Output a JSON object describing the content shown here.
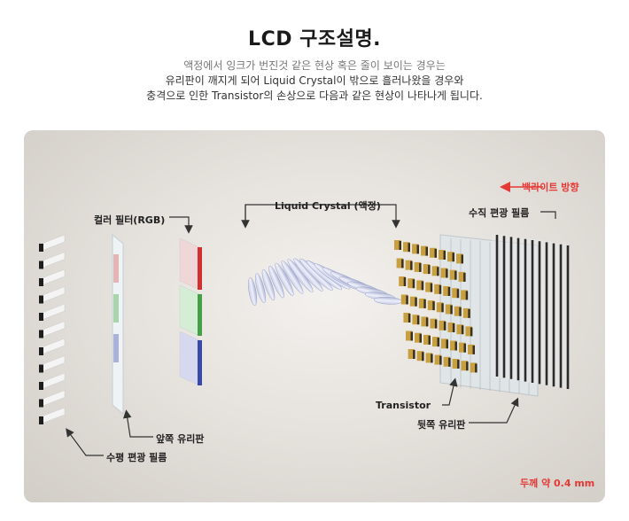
{
  "title": "LCD 구조설명.",
  "description": {
    "line1": "액정에서 잉크가 번진것 같은 현상 혹은 줄이 보이는 경우는",
    "line2": "유리판이 깨지게 되어 Liquid Crystal이 밖으로 흘러나왔을 경우와",
    "line3": "충격으로 인한 Transistor의 손상으로 다음과 같은 현상이 나타나게 됩니다."
  },
  "labels": {
    "color_filter": "컬러 필터(RGB)",
    "liquid_crystal": "Liquid Crystal (액정)",
    "backlight": "백라이트 방향",
    "vertical_polarizer": "수직 편광 필름",
    "transistor": "Transistor",
    "rear_glass": "뒷쪽 유리판",
    "front_glass": "앞쪽 유리판",
    "horizontal_polarizer": "수평 편광 필름",
    "thickness": "두께 약 0.4 mm"
  },
  "colors": {
    "accent_red": "#e53935",
    "filter_red": "#d32f2f",
    "filter_green": "#43a047",
    "filter_blue": "#3949ab",
    "transistor_gold": "#c9a040"
  }
}
